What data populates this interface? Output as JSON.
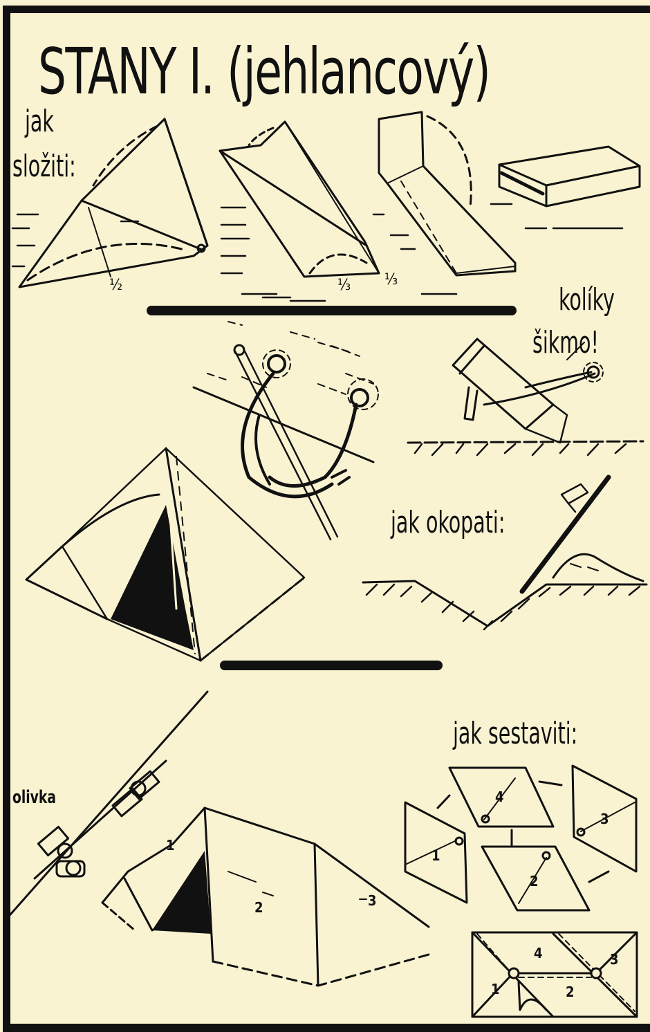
{
  "poster": {
    "title": "STANY I. (jehlancový)",
    "background_color": "#faf3d2",
    "ink_color": "#111111"
  },
  "sections": {
    "folding": {
      "label_line1": "jak",
      "label_line2": "složiti:",
      "fractions": [
        "½",
        "⅓",
        "⅓"
      ],
      "steps": [
        "fold-in-half",
        "fold-in-thirds",
        "fold-in-thirds-again",
        "folded-bundle"
      ]
    },
    "stakes": {
      "label_line1": "kolíky",
      "label_line2": "šikmo!"
    },
    "trenching": {
      "label": "jak okopati:"
    },
    "assembly": {
      "label": "jak sestaviti:",
      "panel_numbers": [
        "4",
        "1",
        "3",
        "2"
      ],
      "combined_numbers": [
        "4",
        "3",
        "1",
        "2"
      ]
    },
    "toggle": {
      "label": "olivka"
    },
    "pitched_tent": {
      "panel_numbers": [
        "1",
        "2",
        "3"
      ]
    }
  }
}
